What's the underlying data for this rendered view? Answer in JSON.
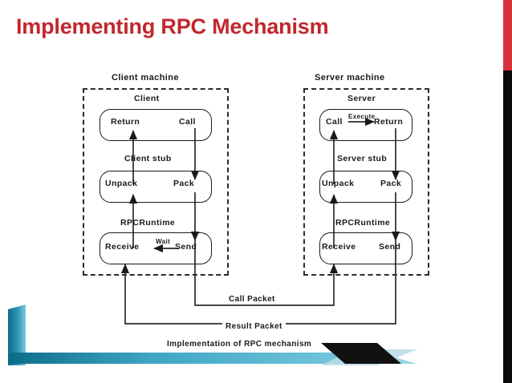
{
  "slide": {
    "title": "Implementing RPC Mechanism",
    "title_color": "#c1272d",
    "background": "#ffffff"
  },
  "decoration": {
    "right_bar_red": "#d8323c",
    "right_bar_black": "#0a0a0a",
    "banner_teal_dark": "#0d6c8a",
    "banner_teal_light": "#5fc0dc",
    "banner_pale": "#b9dbe8",
    "banner_black": "#111111"
  },
  "diagram": {
    "caption": "Implementation of RPC mechanism",
    "client": {
      "machine_title": "Client machine",
      "layers": [
        {
          "name": "Client",
          "left_label": "Return",
          "right_label": "Call"
        },
        {
          "name": "Client stub",
          "left_label": "Unpack",
          "right_label": "Pack"
        },
        {
          "name": "RPCRuntime",
          "left_label": "Receive",
          "right_label": "Send",
          "edge_label": "Wait"
        }
      ]
    },
    "server": {
      "machine_title": "Server machine",
      "layers": [
        {
          "name": "Server",
          "left_label": "Call",
          "right_label": "Return",
          "edge_label": "Execute"
        },
        {
          "name": "Server stub",
          "left_label": "Unpack",
          "right_label": "Pack"
        },
        {
          "name": "RPCRuntime",
          "left_label": "Receive",
          "right_label": "Send"
        }
      ]
    },
    "packets": [
      {
        "label": "Call Packet"
      },
      {
        "label": "Result Packet"
      }
    ]
  }
}
